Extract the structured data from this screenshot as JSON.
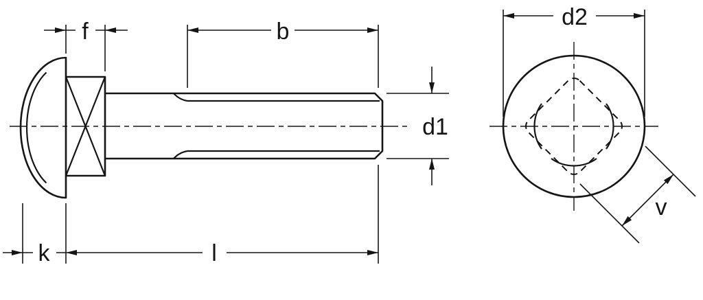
{
  "diagram": {
    "labels": {
      "f": "f",
      "b": "b",
      "d1": "d1",
      "k": "k",
      "l": "l",
      "d2": "d2",
      "v": "v"
    },
    "colors": {
      "line-color": "#151515",
      "background": "#ffffff"
    }
  }
}
